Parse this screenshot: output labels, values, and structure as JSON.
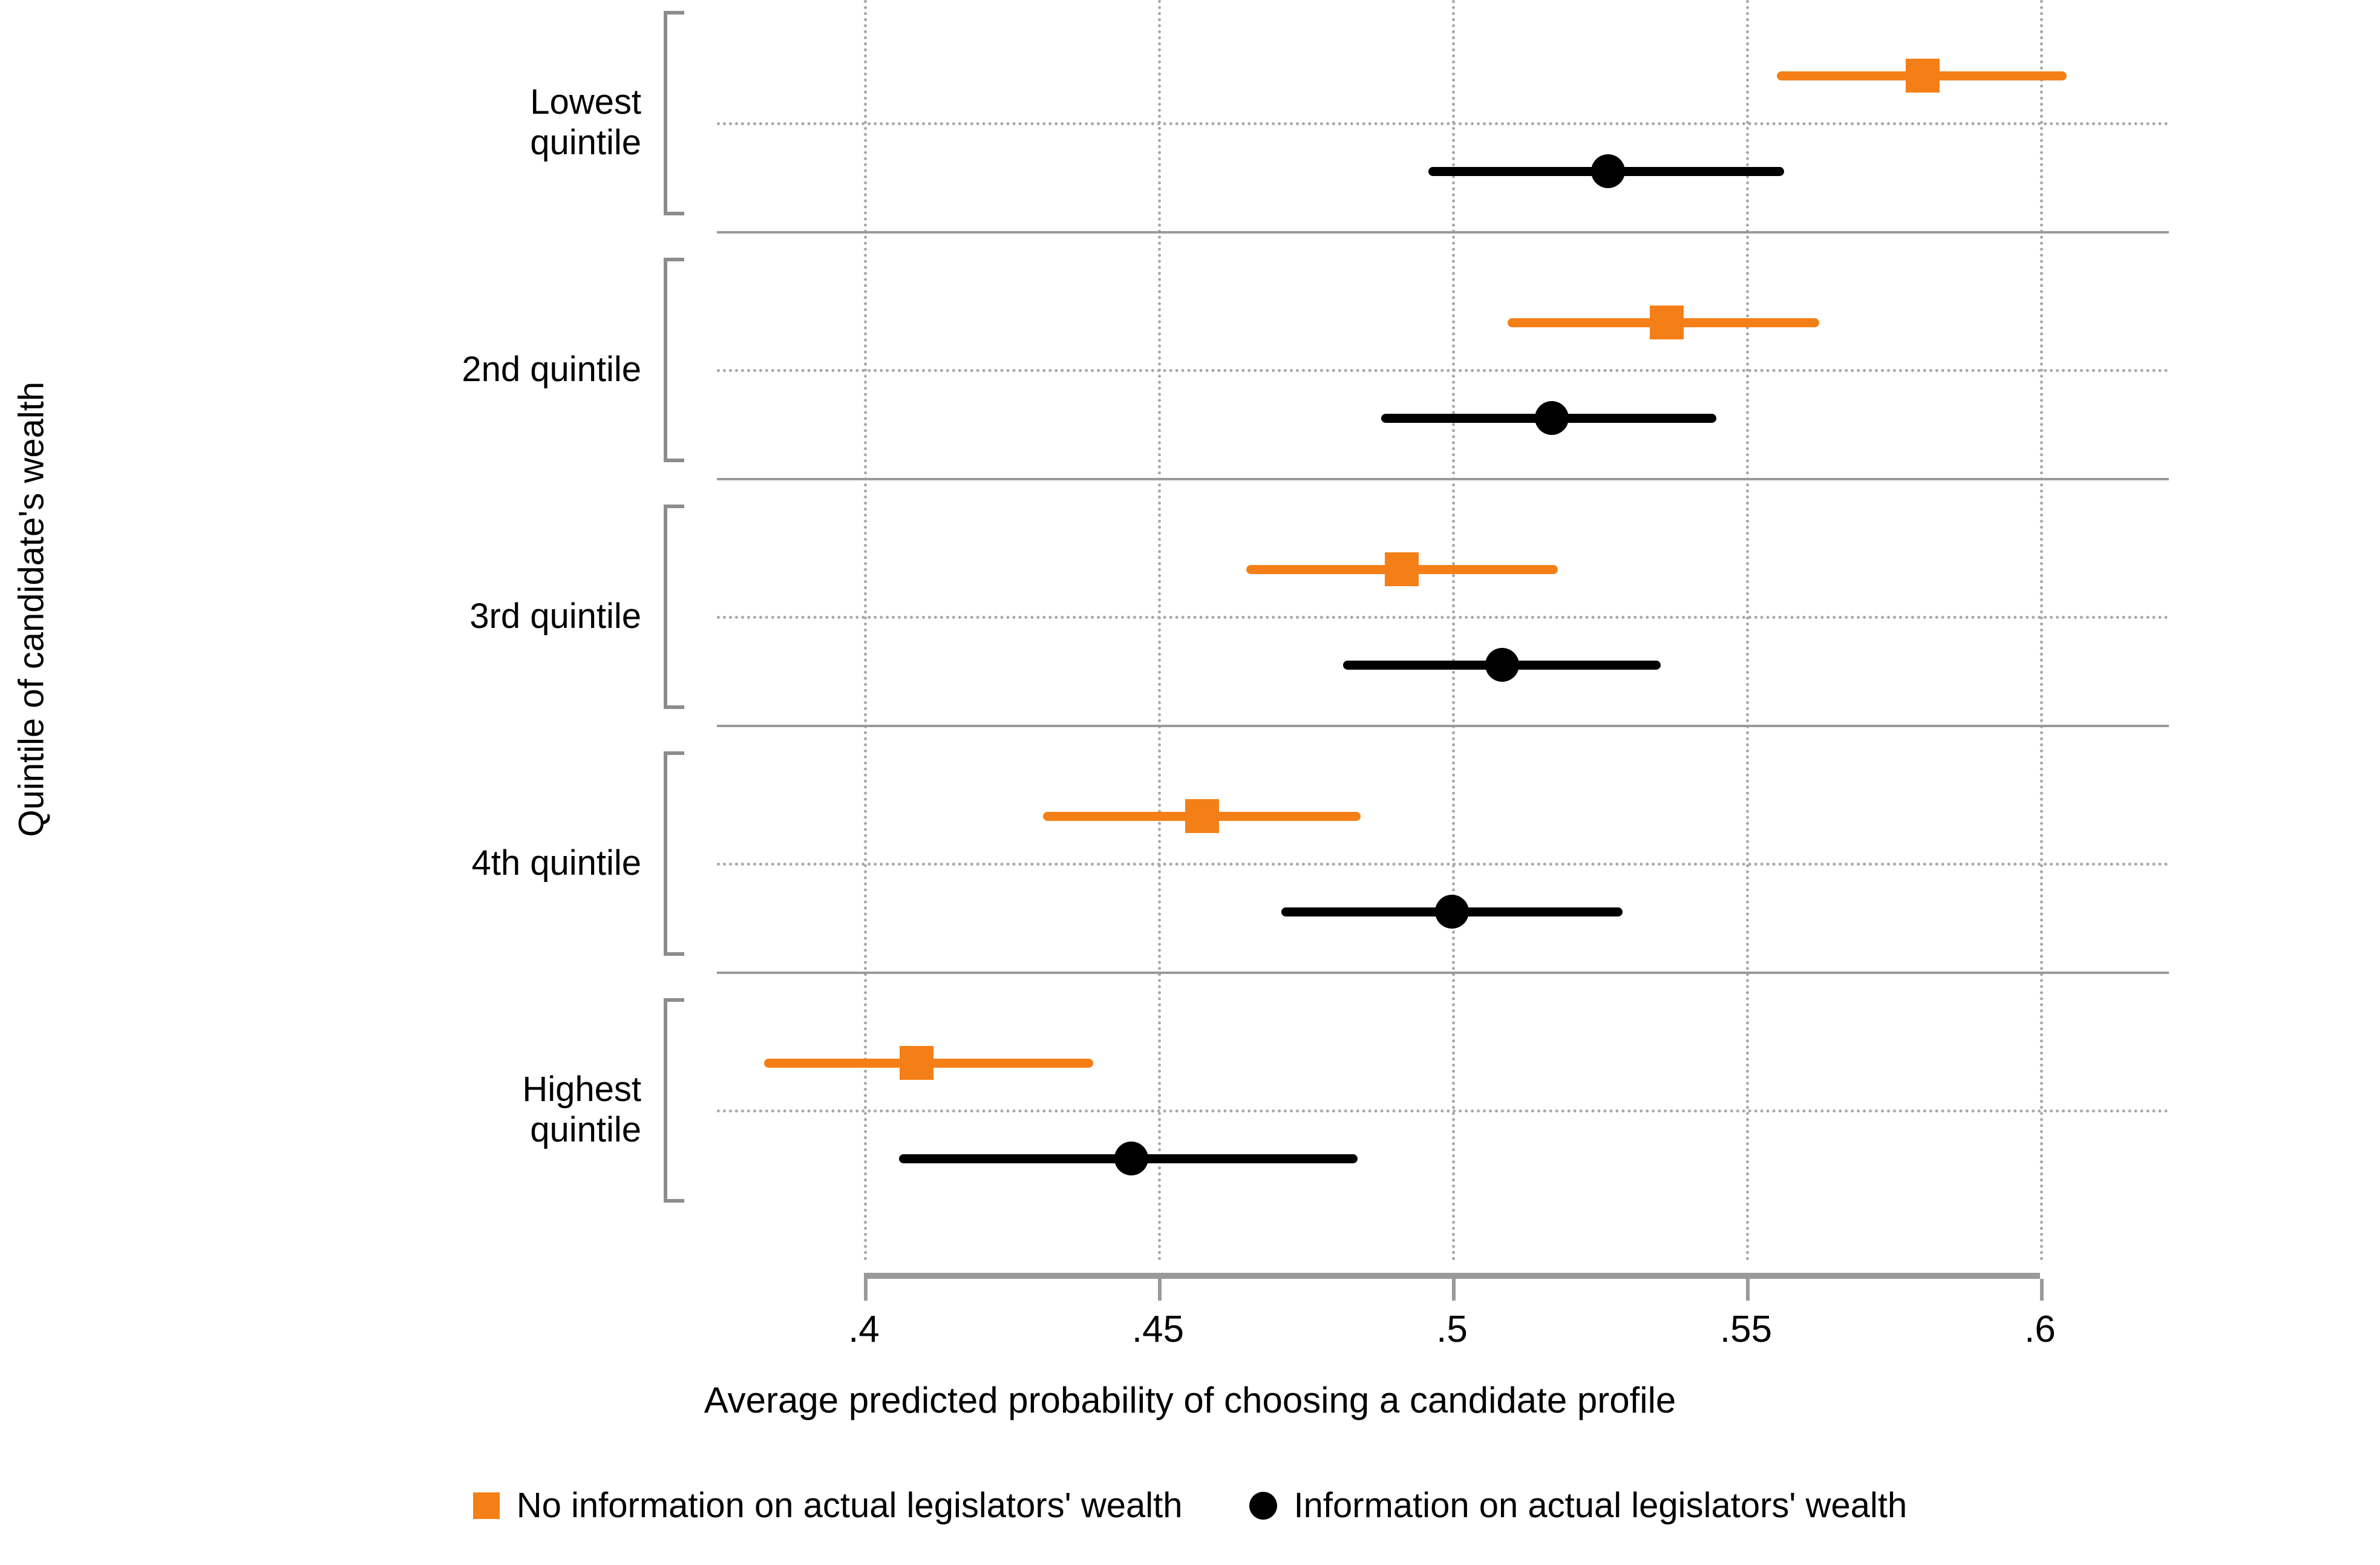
{
  "chart_data": {
    "type": "scatter",
    "title": "",
    "xlabel": "Average predicted probability of choosing a candidate profile",
    "ylabel": "Quintile of candidate's wealth",
    "xlim": [
      0.3825,
      0.6085
    ],
    "xticks": [
      0.4,
      0.45,
      0.5,
      0.55,
      0.6
    ],
    "xticklabels": [
      ".4",
      ".45",
      ".5",
      ".55",
      ".6"
    ],
    "categories": [
      "Lowest quintile",
      "2nd quintile",
      "3rd quintile",
      "4th quintile",
      "Highest quintile"
    ],
    "grid": "dotted",
    "legend_position": "bottom",
    "series": [
      {
        "name": "No information on actual legislators' wealth",
        "marker": "square",
        "color": "#F57F17",
        "values": [
          0.58,
          0.5365,
          0.4915,
          0.4575,
          0.409
        ],
        "ci_low": [
          0.5552,
          0.5095,
          0.465,
          0.4305,
          0.383
        ],
        "ci_high": [
          0.6045,
          0.5625,
          0.518,
          0.4845,
          0.439
        ]
      },
      {
        "name": "Information on actual legislators' wealth",
        "marker": "circle",
        "color": "#000000",
        "values": [
          0.5265,
          0.517,
          0.5085,
          0.5,
          0.4455
        ],
        "ci_low": [
          0.496,
          0.488,
          0.4815,
          0.471,
          0.406
        ],
        "ci_high": [
          0.5565,
          0.545,
          0.5355,
          0.529,
          0.484
        ]
      }
    ]
  },
  "legend": {
    "items": [
      {
        "label": "No information on actual legislators' wealth",
        "marker": "square",
        "color": "#F57F17"
      },
      {
        "label": "Information on actual legislators' wealth",
        "marker": "circle",
        "color": "#000000"
      }
    ]
  },
  "axes": {
    "y_title": "Quintile of candidate's wealth",
    "x_title": "Average predicted probability of choosing a candidate profile",
    "y_categories": [
      {
        "line1": "Lowest",
        "line2": "quintile"
      },
      {
        "line1": "2nd quintile",
        "line2": ""
      },
      {
        "line1": "3rd quintile",
        "line2": ""
      },
      {
        "line1": "4th quintile",
        "line2": ""
      },
      {
        "line1": "Highest",
        "line2": "quintile"
      }
    ],
    "x_tick_labels": [
      ".4",
      ".45",
      ".5",
      ".55",
      ".6"
    ]
  },
  "colors": {
    "orange": "#F57F17",
    "black": "#000000",
    "axis_grey": "#9a9a9a",
    "grid_grey": "#a8a8a8",
    "background": "#ffffff"
  }
}
